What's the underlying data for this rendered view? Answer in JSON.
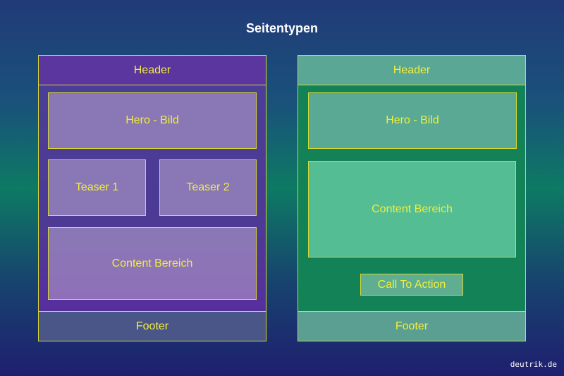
{
  "title": "Seitentypen",
  "credit": "deutrik.de",
  "left_page": {
    "header": "Header",
    "hero": "Hero - Bild",
    "teaser_1": "Teaser 1",
    "teaser_2": "Teaser 2",
    "content": "Content Bereich",
    "footer": "Footer"
  },
  "right_page": {
    "header": "Header",
    "hero": "Hero - Bild",
    "content": "Content Bereich",
    "cta": "Call To Action",
    "footer": "Footer"
  },
  "colors": {
    "label": "#f1ee3a",
    "border": "#d8d833",
    "left_frame": "#4d3a95",
    "right_frame": "#138257"
  }
}
